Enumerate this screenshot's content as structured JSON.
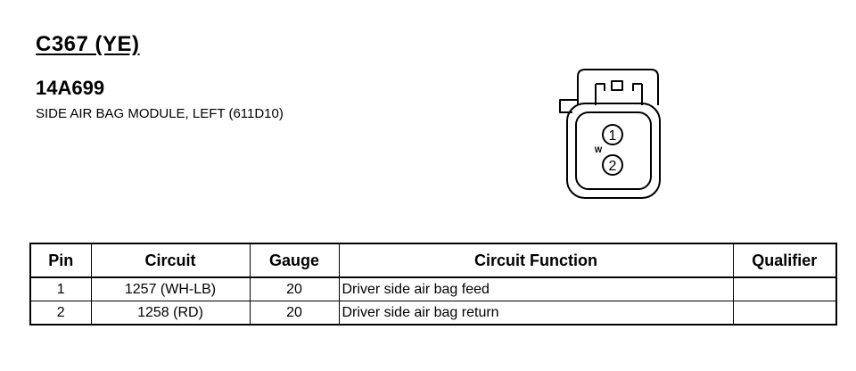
{
  "connector": {
    "id": "C367 (YE)",
    "part_number": "14A699",
    "description": "SIDE AIR BAG MODULE, LEFT (611D10)",
    "pin_labels": [
      "1",
      "2"
    ],
    "keyway_label": "W"
  },
  "table": {
    "headers": [
      "Pin",
      "Circuit",
      "Gauge",
      "Circuit Function",
      "Qualifier"
    ],
    "rows": [
      {
        "pin": "1",
        "circuit": "1257 (WH-LB)",
        "gauge": "20",
        "function": "Driver side air bag feed",
        "qualifier": ""
      },
      {
        "pin": "2",
        "circuit": "1258 (RD)",
        "gauge": "20",
        "function": "Driver side air bag return",
        "qualifier": ""
      }
    ]
  }
}
